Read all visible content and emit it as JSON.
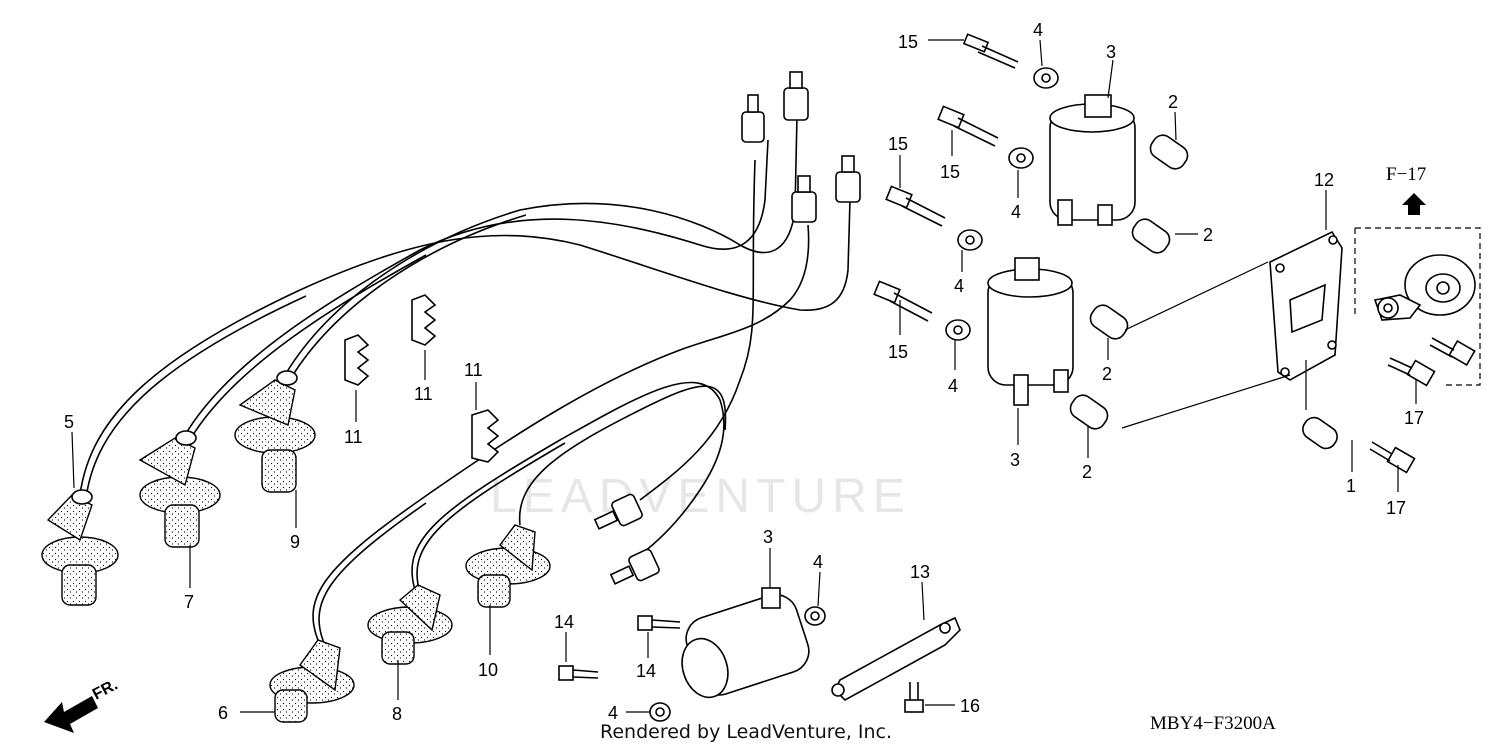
{
  "diagram": {
    "drawing_code": "MBY4−F3200A",
    "credit": "Rendered by LeadVenture, Inc.",
    "watermark": "LEADVENTURE",
    "front_indicator": "FR.",
    "reference": "F−17"
  },
  "callouts": {
    "c1": "1",
    "c2a": "2",
    "c2b": "2",
    "c2c": "2",
    "c2d": "2",
    "c3a": "3",
    "c3b": "3",
    "c3c": "3",
    "c4a": "4",
    "c4b": "4",
    "c4c": "4",
    "c4d": "4",
    "c4e": "4",
    "c4f": "4",
    "c5": "5",
    "c6": "6",
    "c7": "7",
    "c8": "8",
    "c9": "9",
    "c10": "10",
    "c11a": "11",
    "c11b": "11",
    "c11c": "11",
    "c12": "12",
    "c13": "13",
    "c14a": "14",
    "c14b": "14",
    "c15a": "15",
    "c15b": "15",
    "c15c": "15",
    "c15d": "15",
    "c16": "16",
    "c17a": "17",
    "c17b": "17"
  },
  "colors": {
    "line": "#000000",
    "background": "#ffffff",
    "watermark": "#cfcfcf"
  }
}
